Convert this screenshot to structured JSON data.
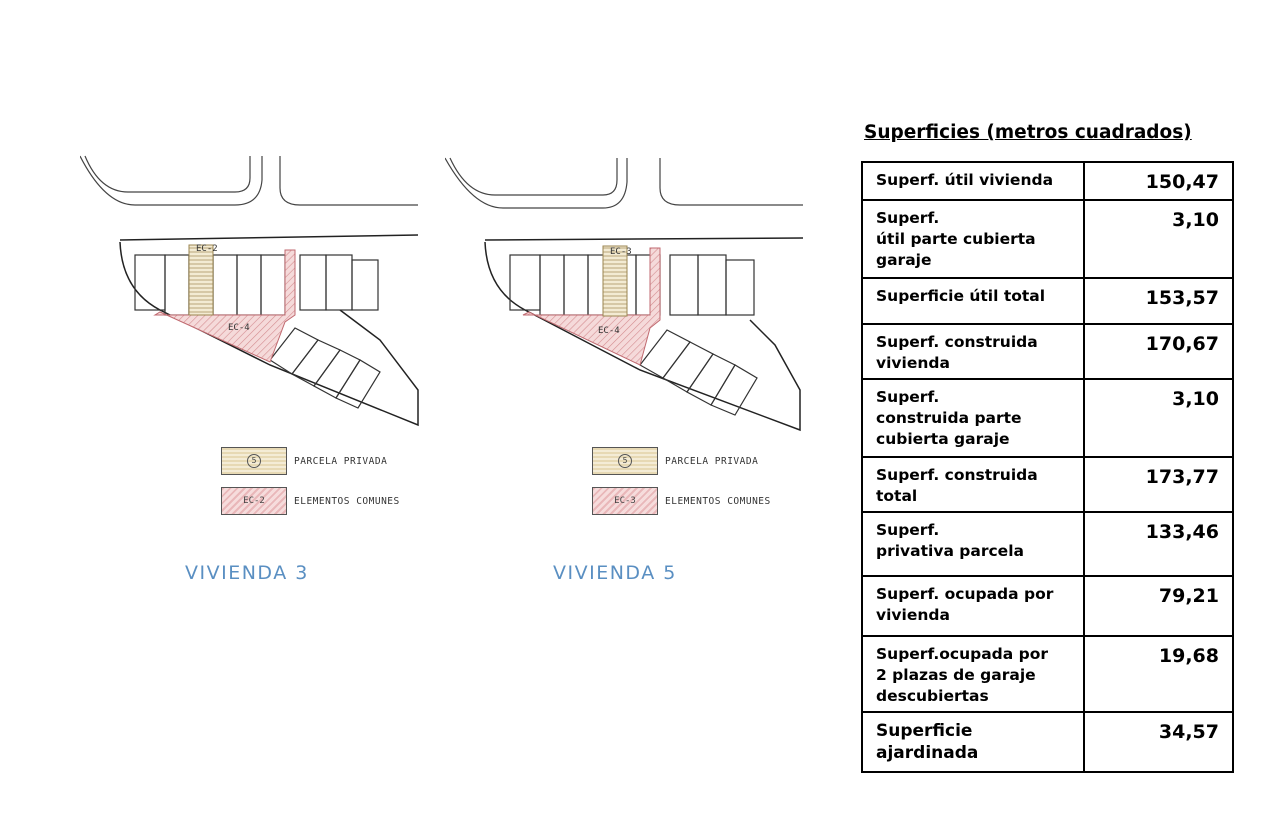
{
  "left_plan": {
    "caption": "VIVIENDA 3",
    "private_code": "EC-2",
    "common_code": "EC-4",
    "legend": {
      "private_swatch_code": "5",
      "private_label": "PARCELA PRIVADA",
      "common_swatch_code": "EC-2",
      "common_label": "ELEMENTOS COMUNES"
    }
  },
  "right_plan": {
    "caption": "VIVIENDA 5",
    "private_code": "EC-3",
    "common_code": "EC-4",
    "legend": {
      "private_swatch_code": "5",
      "private_label": "PARCELA PRIVADA",
      "common_swatch_code": "EC-3",
      "common_label": "ELEMENTOS COMUNES"
    }
  },
  "surfaces": {
    "title": "Superficies (metros cuadrados)",
    "rows": [
      {
        "label_lines": [
          "Superf. útil vivienda"
        ],
        "value": "150,47"
      },
      {
        "label_lines": [
          "Superf.",
          "útil parte cubierta",
          "garaje"
        ],
        "value": "3,10"
      },
      {
        "label_lines": [
          "Superficie útil total"
        ],
        "value": "153,57"
      },
      {
        "label_lines": [
          "Superf. construida",
          "vivienda"
        ],
        "value": "170,67"
      },
      {
        "label_lines": [
          "Superf.",
          "construida parte",
          "cubierta garaje"
        ],
        "value": "3,10"
      },
      {
        "label_lines": [
          "Superf. construida",
          "total"
        ],
        "value": "173,77"
      },
      {
        "label_lines": [
          "Superf.",
          "privativa parcela"
        ],
        "value": "133,46"
      },
      {
        "label_lines": [
          "Superf. ocupada por",
          "vivienda"
        ],
        "value": "79,21"
      },
      {
        "label_lines": [
          "Superf.ocupada por",
          "2 plazas de garaje",
          "descubiertas"
        ],
        "value": "19,68"
      },
      {
        "label_lines": [
          "Superficie",
          "ajardinada"
        ],
        "value": "34,57"
      }
    ]
  },
  "colors": {
    "caption": "#5a8fc2",
    "private_fill": "#e7d9b4",
    "common_fill": "#e9b7b9",
    "line": "#222222"
  }
}
